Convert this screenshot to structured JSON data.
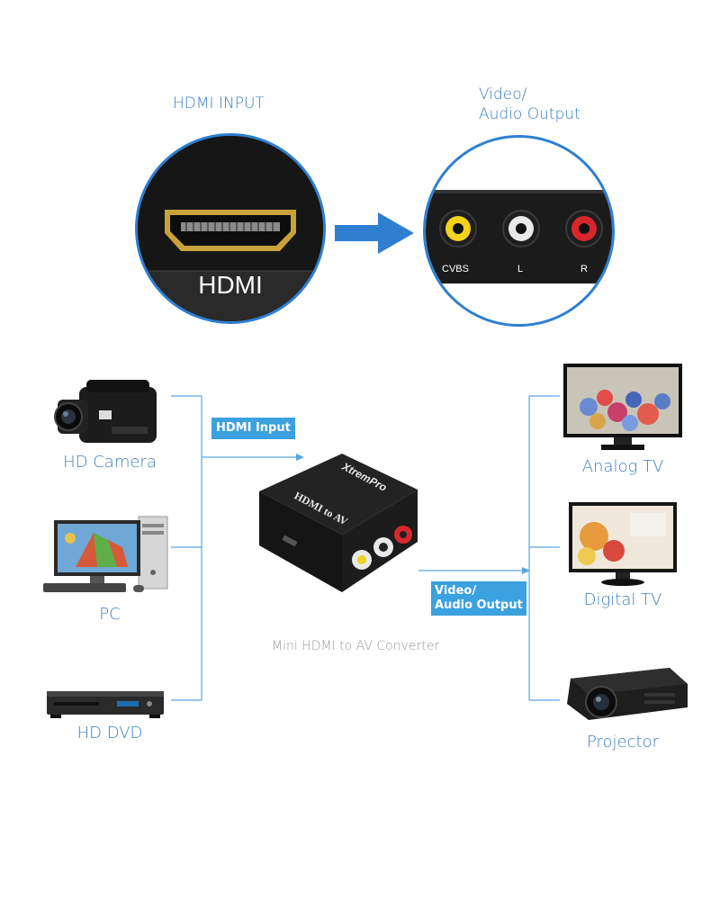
{
  "top": {
    "hdmi_input_label": "HDMI INPUT",
    "output_label_line1": "Video/",
    "output_label_line2": "Audio Output",
    "hdmi_port_text": "HDMI",
    "port_labels": [
      "CVBS",
      "L",
      "R"
    ]
  },
  "sources": {
    "camera": "HD Camera",
    "pc": "PC",
    "dvd": "HD DVD",
    "hdmi_tag": "HDMI Input"
  },
  "converter": {
    "brand": "XtremPro",
    "model": "HDMI to AV",
    "caption": "Mini HDMI to AV Converter"
  },
  "outputs": {
    "tag_line1": "Video/",
    "tag_line2": "Audio Output",
    "analog_tv": "Analog TV",
    "digital_tv": "Digital TV",
    "projector": "Projector"
  },
  "colors": {
    "accent": "#3ba1df",
    "label": "#3b7fc0",
    "circle_border": "#2f7fd1",
    "rca_yellow": "#f2d21a",
    "rca_white": "#e9e9e9",
    "rca_red": "#d8272c"
  }
}
